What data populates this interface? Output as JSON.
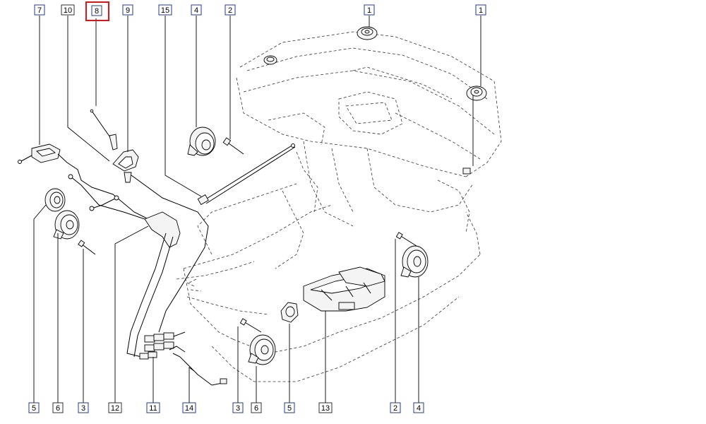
{
  "diagram": {
    "highlight_color": "#d9141b",
    "label_border_color": "#1f3b8f",
    "callouts": [
      {
        "id": "c7-top",
        "text": "7",
        "blue": true
      },
      {
        "id": "c10-top",
        "text": "10",
        "blue": false
      },
      {
        "id": "c8-top",
        "text": "8",
        "blue": false,
        "highlighted": true
      },
      {
        "id": "c9-top",
        "text": "9",
        "blue": true
      },
      {
        "id": "c15-top",
        "text": "15",
        "blue": true
      },
      {
        "id": "c4-top",
        "text": "4",
        "blue": true
      },
      {
        "id": "c2-top",
        "text": "2",
        "blue": true
      },
      {
        "id": "c1-top-a",
        "text": "1",
        "blue": true
      },
      {
        "id": "c1-top-b",
        "text": "1",
        "blue": true
      },
      {
        "id": "c5-bot-a",
        "text": "5",
        "blue": true
      },
      {
        "id": "c6-bot-a",
        "text": "6",
        "blue": false
      },
      {
        "id": "c3-bot-a",
        "text": "3",
        "blue": true
      },
      {
        "id": "c12-bot",
        "text": "12",
        "blue": false
      },
      {
        "id": "c11-bot",
        "text": "11",
        "blue": true
      },
      {
        "id": "c14-bot",
        "text": "14",
        "blue": true
      },
      {
        "id": "c3-bot-b",
        "text": "3",
        "blue": true
      },
      {
        "id": "c6-bot-b",
        "text": "6",
        "blue": false
      },
      {
        "id": "c5-bot-b",
        "text": "5",
        "blue": true
      },
      {
        "id": "c13-bot",
        "text": "13",
        "blue": false
      },
      {
        "id": "c2-bot",
        "text": "2",
        "blue": true
      },
      {
        "id": "c4-bot",
        "text": "4",
        "blue": true
      }
    ]
  }
}
